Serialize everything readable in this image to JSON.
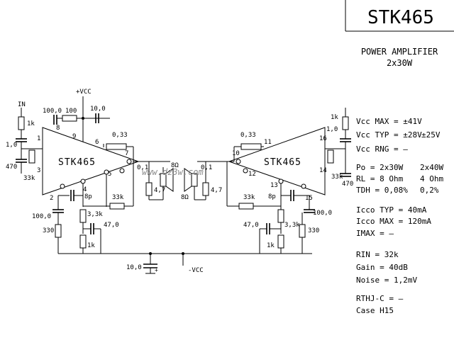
{
  "title": "STK465",
  "subtitle": [
    "POWER AMPLIFIER",
    "2x30W"
  ],
  "chip_label": "STK465",
  "watermark": "www.dz3w.com",
  "supply": {
    "positive": "+VCC",
    "negative": "-VCC"
  },
  "labels": {
    "in": "IN",
    "c_in_l": "1,0",
    "r_in_l": "1k",
    "r_bias_l": "470",
    "r_33k_l": "33k",
    "c_boot_l": "100,0",
    "r_boot_l": "100",
    "c_sup_l": "10,0",
    "r_out_l": "0,33",
    "r_zob_l": "0,1",
    "c_zob_l": "4,7",
    "r_load_l": "8Ω",
    "c_comp_l": "8p",
    "r_fb_l": "33k",
    "r_fb2_l": "3,3k",
    "c_nfb_l": "47,0",
    "r_1k_l": "1k",
    "c_100_l": "100,0",
    "r_330_l": "330",
    "c_bulk": "10,0",
    "r_out_r": "0,33",
    "r_zob_r": "0,1",
    "c_zob_r": "4,7",
    "r_load_r": "8Ω",
    "c_comp_r": "8p",
    "r_fb_r": "33k",
    "r_fb2_r": "3,3k",
    "c_nfb_r": "47,0",
    "r_1k_r": "1k",
    "c_100_r": "100,0",
    "r_330_r": "330",
    "r_in_r": "1k",
    "c_in_r": "1,0",
    "r_33k_r": "33k",
    "r_bias_r": "470"
  },
  "pins": {
    "p1": "1",
    "p2": "2",
    "p3": "3",
    "p4": "4",
    "p5": "5",
    "p6": "6",
    "p7": "7",
    "p8": "8",
    "p9": "9",
    "p10": "10",
    "p11": "11",
    "p12": "12",
    "p13": "13",
    "p14": "14",
    "p15": "15",
    "p16": "16"
  },
  "specs": {
    "vcc_max": "Vcc MAX = ±41V",
    "vcc_typ": "Vcc TYP = ±28V",
    "vcc_typ_alt": "±25V",
    "vcc_rng": "Vcc RNG = –",
    "po": "Po = 2x30W",
    "po_alt": "2x40W",
    "rl": "RL = 8 Ohm",
    "rl_alt": "4 Ohm",
    "tdh": "TDH = 0,08%",
    "tdh_alt": "0,2%",
    "icco_typ": "Icco TYP = 40mA",
    "icco_max": "Icco MAX = 120mA",
    "imax": "IMAX = –",
    "rin": "RIN = 32k",
    "gain": "Gain = 40dB",
    "noise": "Noise = 1,2mV",
    "rthj": "RTHJ-C = –",
    "case": "Case H15"
  }
}
